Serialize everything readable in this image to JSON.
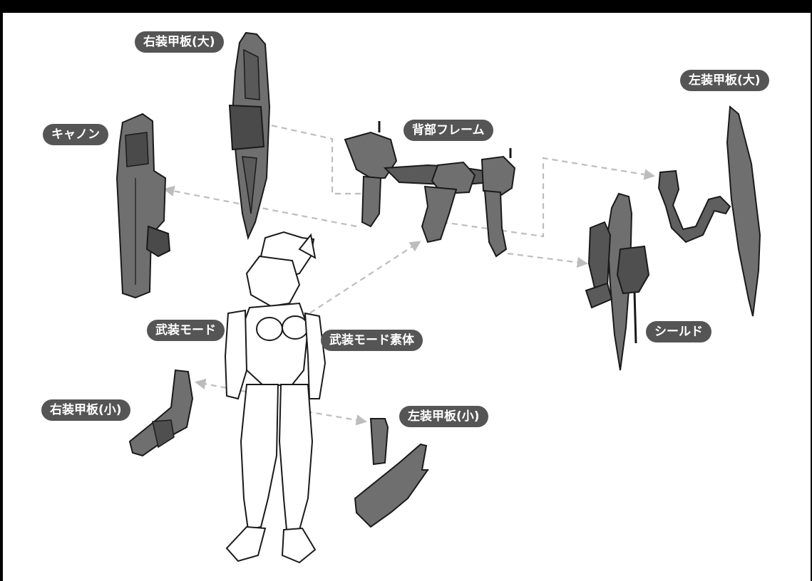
{
  "labels": {
    "right_armor_large": "右装甲板(大)",
    "left_armor_large": "左装甲板(大)",
    "cannon": "キャノン",
    "back_frame": "背部フレーム",
    "armed_mode": "武装モード",
    "armed_mode_base": "武装モード素体",
    "shield": "シールド",
    "right_armor_small": "右装甲板(小)",
    "left_armor_small": "左装甲板(小)"
  },
  "colors": {
    "border": "#000000",
    "background": "#ffffff",
    "label_fill": "#555555",
    "label_text": "#ffffff",
    "part_fill": "#6f6f6f",
    "part_dark": "#3a3a3a",
    "arrow": "#bdbdbd"
  }
}
